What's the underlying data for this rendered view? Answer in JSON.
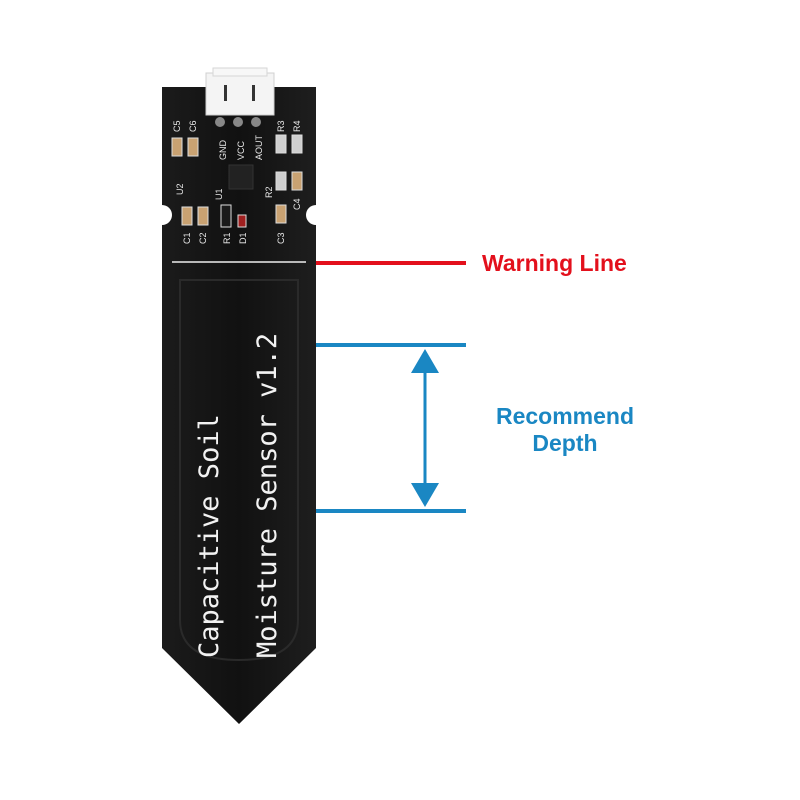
{
  "annotations": {
    "warning_line": {
      "label": "Warning Line",
      "color": "#e3101c"
    },
    "recommend_depth": {
      "label_line1": "Recommend",
      "label_line2": "Depth",
      "color": "#1a87c3"
    }
  },
  "board": {
    "title_line1": "Capacitive Soil",
    "title_line2": "Moisture Sensor v1.2",
    "pins": [
      "GND",
      "VCC",
      "AOUT"
    ],
    "components": [
      "C5",
      "C6",
      "U2",
      "U1",
      "C1",
      "C2",
      "R1",
      "D1",
      "R3",
      "R4",
      "R2",
      "C4",
      "C3"
    ]
  }
}
